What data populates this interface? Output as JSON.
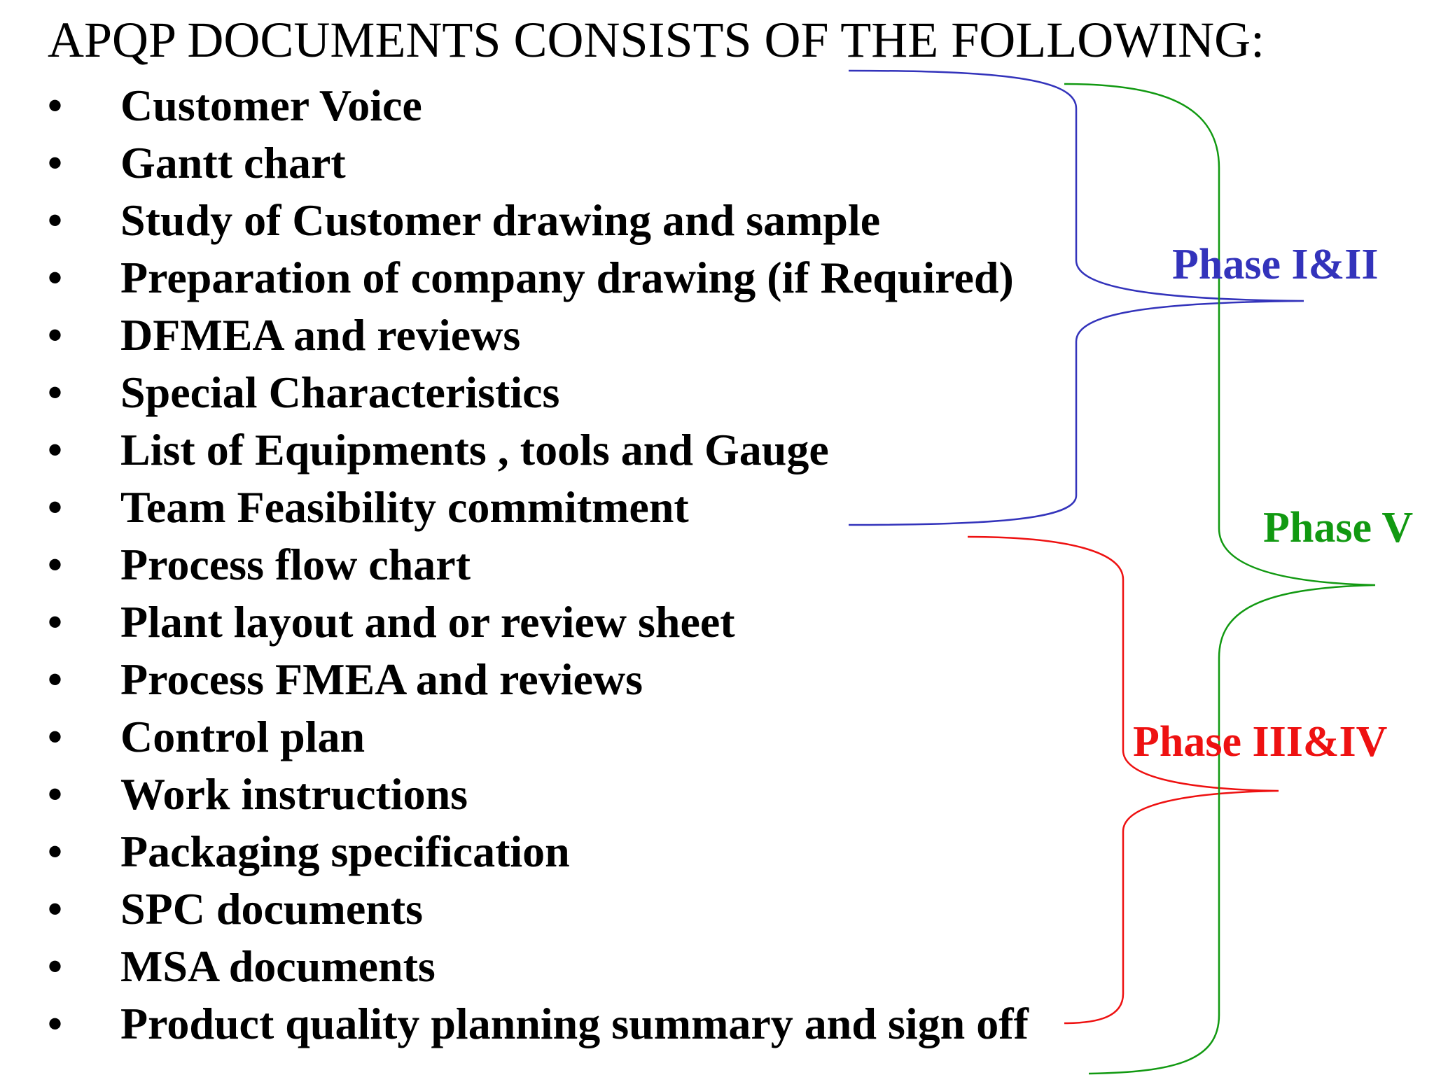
{
  "title": "APQP DOCUMENTS CONSISTS OF THE FOLLOWING:",
  "bullet_glyph": "•",
  "items": [
    "Customer Voice",
    "Gantt chart",
    "Study of Customer drawing and sample",
    "Preparation of company drawing (if Required)",
    "DFMEA and reviews",
    "Special Characteristics",
    "List of Equipments , tools and Gauge",
    "Team Feasibility commitment",
    "Process flow chart",
    "Plant layout and or review sheet",
    "Process FMEA and reviews",
    "Control plan",
    "Work instructions",
    "Packaging specification",
    "SPC documents",
    "MSA documents",
    "Product quality planning summary and sign off"
  ],
  "phases": {
    "phase_1_2": {
      "label": "Phase I&II",
      "color": "#3333bb"
    },
    "phase_3_4": {
      "label": "Phase III&IV",
      "color": "#ee1111"
    },
    "phase_5": {
      "label": "Phase V",
      "color": "#119911"
    }
  }
}
